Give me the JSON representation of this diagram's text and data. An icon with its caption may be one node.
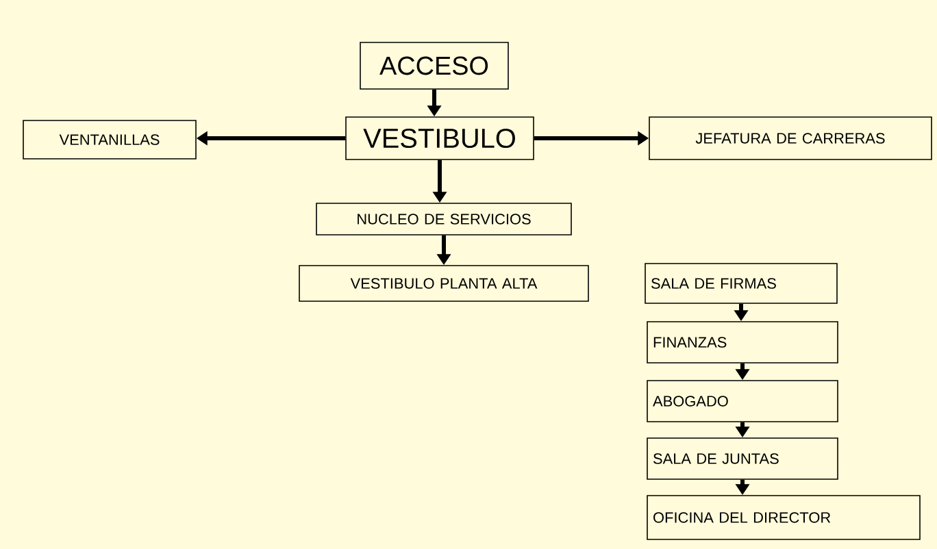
{
  "diagram": {
    "nodes": [
      {
        "text": [
          "ACCESO"
        ]
      },
      {
        "text": [
          "VESTIBULO"
        ]
      },
      {
        "text": [
          "VENTANILLAS"
        ]
      },
      {
        "text": [
          "JEFATURA DE CARRERAS"
        ]
      },
      {
        "text": [
          "NUCLEO DE SERVICIOS"
        ]
      },
      {
        "text": [
          "VESTIBULO PLANTA ALTA"
        ]
      },
      {
        "text": [
          "SALA DE FIRMAS"
        ]
      },
      {
        "text": [
          "FINANZAS"
        ]
      },
      {
        "text": [
          "ABOGADO"
        ]
      },
      {
        "text": [
          "SALA DE JUNTAS"
        ]
      },
      {
        "text": [
          "OFICINA DEL DIRECTOR"
        ]
      }
    ],
    "edges": [
      {
        "from": 0,
        "to": 1,
        "arrow": "to"
      },
      {
        "from": 1,
        "to": 2,
        "arrow": "to"
      },
      {
        "from": 1,
        "to": 3,
        "arrow": "to"
      },
      {
        "from": 1,
        "to": 4,
        "arrow": "to"
      },
      {
        "from": 4,
        "to": 5,
        "arrow": "to"
      },
      {
        "from": 6,
        "to": 7,
        "arrow": "to"
      },
      {
        "from": 7,
        "to": 8,
        "arrow": "to"
      },
      {
        "from": 8,
        "to": 9,
        "arrow": "to"
      },
      {
        "from": 9,
        "to": 10,
        "arrow": "to"
      }
    ]
  }
}
